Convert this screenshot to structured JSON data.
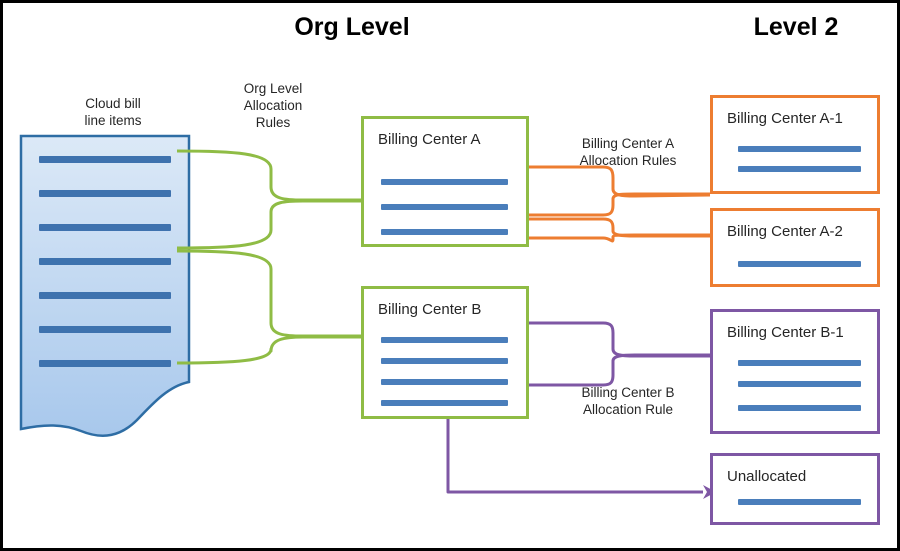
{
  "headers": {
    "org_level": "Org Level",
    "level_2": "Level 2"
  },
  "captions": {
    "cloud_bill": "Cloud bill\nline items",
    "org_allocation_rules": "Org Level\nAllocation\nRules",
    "bc_a_allocation_rules": "Billing Center A\nAllocation Rules",
    "bc_b_allocation_rule": "Billing Center B\nAllocation Rule"
  },
  "source_document": {
    "name": "cloud-bill-document",
    "line_item_count": 7
  },
  "boxes": [
    {
      "id": "billing-center-a",
      "title": "Billing Center A",
      "color": "#8FBC45",
      "line_item_count": 3
    },
    {
      "id": "billing-center-b",
      "title": "Billing Center B",
      "color": "#8FBC45",
      "line_item_count": 4
    },
    {
      "id": "billing-center-a-1",
      "title": "Billing Center A-1",
      "color": "#ED7D31",
      "line_item_count": 2
    },
    {
      "id": "billing-center-a-2",
      "title": "Billing Center A-2",
      "color": "#ED7D31",
      "line_item_count": 1
    },
    {
      "id": "billing-center-b-1",
      "title": "Billing Center B-1",
      "color": "#7E57A4",
      "line_item_count": 3
    },
    {
      "id": "unallocated",
      "title": "Unallocated",
      "color": "#7E57A4",
      "line_item_count": 1
    }
  ],
  "colors": {
    "org_level_connector": "#8FBC45",
    "billing_center_a_connector": "#ED7D31",
    "billing_center_b_connector": "#7E57A4",
    "line_item": "#4A7EBB",
    "document_fill": "#BDD7EE",
    "document_border": "#2E6DA4",
    "frame": "#000000"
  }
}
